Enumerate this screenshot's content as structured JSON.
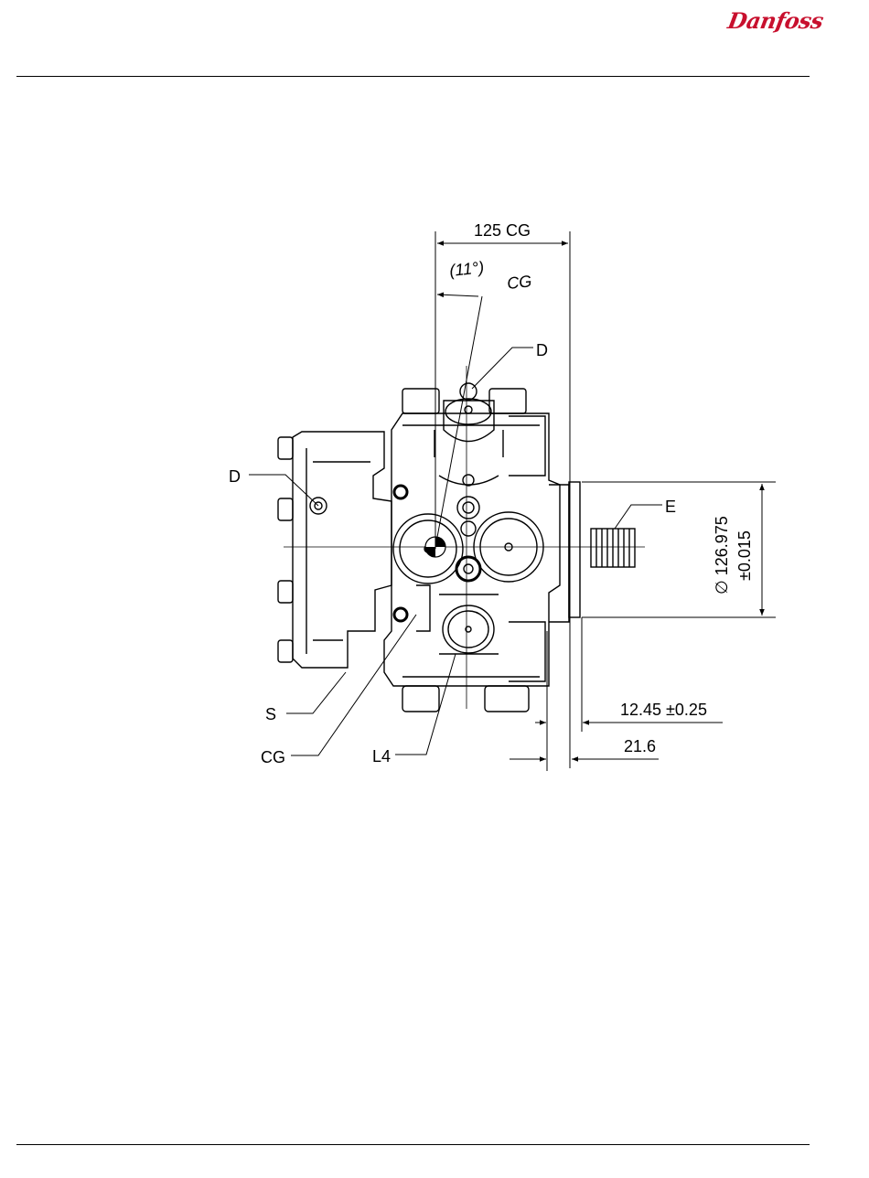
{
  "header": {
    "brand": "Danfoss",
    "brand_color": "#c8102e"
  },
  "drawing": {
    "dim_cg_horizontal": "125 CG",
    "angle_value": "(11°)",
    "angle_suffix": "CG",
    "label_d_top": "D",
    "label_d_left": "D",
    "label_e": "E",
    "dim_diameter": "∅ 126.975",
    "dim_diameter_tol": "±0.015",
    "dim_pilot": "12.45 ±0.25",
    "dim_flange": "21.6",
    "label_s": "S",
    "label_cg": "CG",
    "label_l4": "L4"
  }
}
